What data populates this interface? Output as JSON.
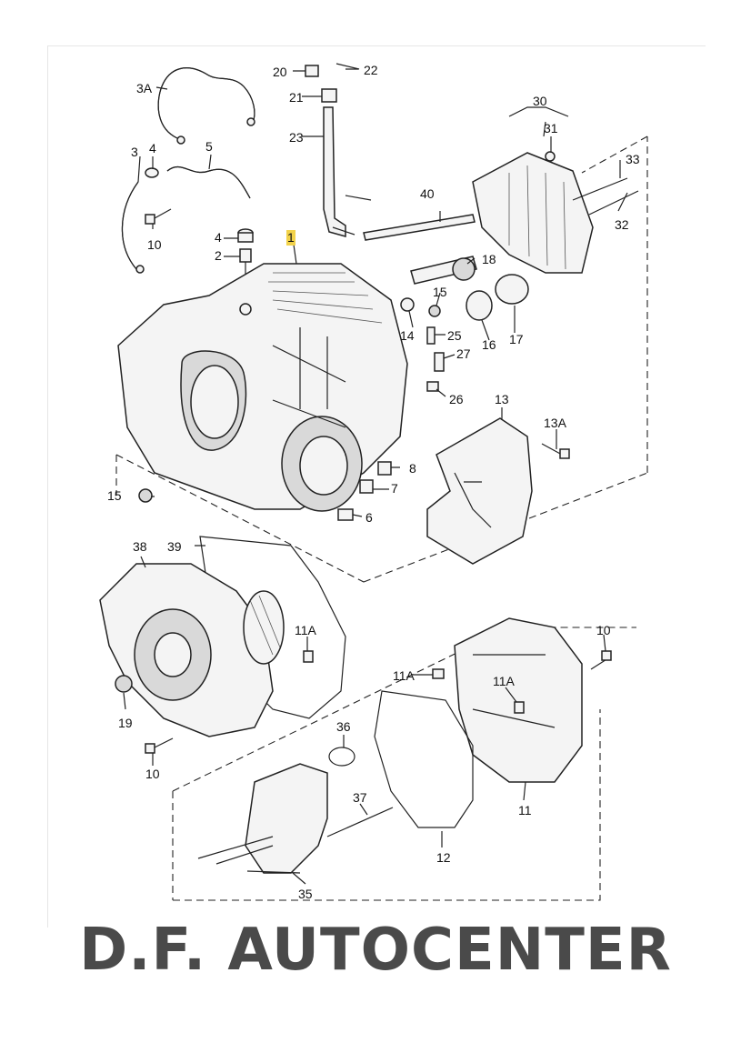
{
  "diagram": {
    "callouts": {
      "c1": "1",
      "c2": "2",
      "c3": "3",
      "c3A": "3A",
      "c4a": "4",
      "c4b": "4",
      "c5": "5",
      "c6": "6",
      "c7": "7",
      "c8": "8",
      "c10a": "10",
      "c10b": "10",
      "c10c": "10",
      "c11": "11",
      "c11Aa": "11A",
      "c11Ab": "11A",
      "c11Ac": "11A",
      "c12": "12",
      "c13": "13",
      "c13A": "13A",
      "c14": "14",
      "c15a": "15",
      "c15b": "15",
      "c16": "16",
      "c17": "17",
      "c18": "18",
      "c19": "19",
      "c20": "20",
      "c21": "21",
      "c22": "22",
      "c23": "23",
      "c25": "25",
      "c26": "26",
      "c27": "27",
      "c30": "30",
      "c31": "31",
      "c32": "32",
      "c33": "33",
      "c35": "35",
      "c36": "36",
      "c37": "37",
      "c38": "38",
      "c39": "39",
      "c40": "40"
    },
    "highlight_color": "#f2d24a"
  },
  "brand": {
    "name": "D.F. AUTOCENTER"
  }
}
